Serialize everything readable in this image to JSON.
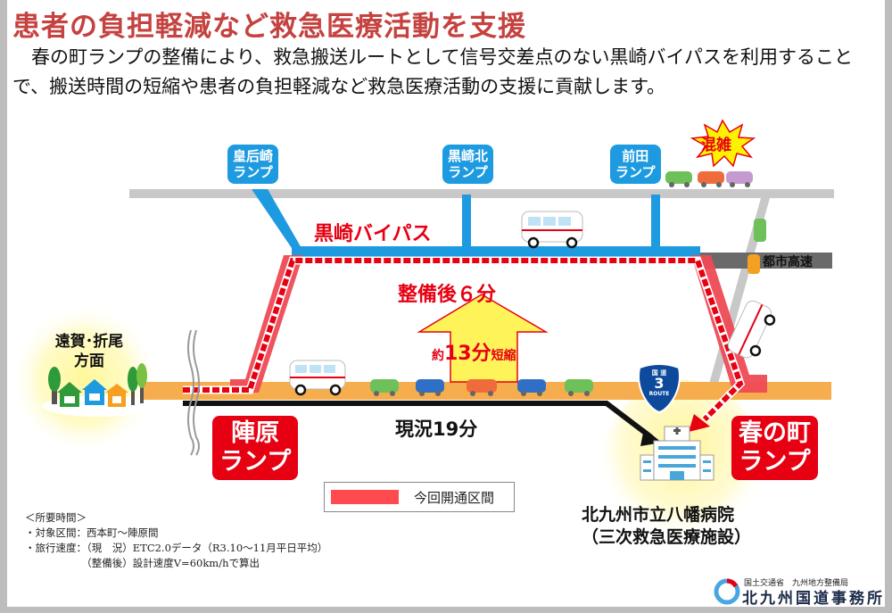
{
  "title": "患者の負担軽減など救急医療活動を支援",
  "lead": "　春の町ランプの整備により、救急搬送ルートとして信号交差点のない黒崎バイパスを利用することで、搬送時間の短縮や患者の負担軽減など救急医療活動の支援に貢献します。",
  "ramps_top": [
    {
      "line1": "皇后崎",
      "line2": "ランプ"
    },
    {
      "line1": "黒崎北",
      "line2": "ランプ"
    },
    {
      "line1": "前田",
      "line2": "ランプ"
    }
  ],
  "ramps_main": [
    {
      "line1": "陣原",
      "line2": "ランプ"
    },
    {
      "line1": "春の町",
      "line2": "ランプ"
    }
  ],
  "labels": {
    "bypass": "黒崎バイパス",
    "congestion": "混雑",
    "urban_expressway": "都市高速",
    "after_time": "整備後６分",
    "reduction_prefix": "約",
    "reduction_value": "13分",
    "reduction_suffix": "短縮",
    "current_time": "現況19分",
    "area_line1": "遠賀･折尾",
    "area_line2": "方面",
    "route_sign_top": "国 道",
    "route_sign_number": "3",
    "route_sign_bottom": "ROUTE"
  },
  "legend": {
    "label": "今回開通区間",
    "color": "#ff4a4f"
  },
  "hospital": {
    "name": "北九州市立八幡病院\n（三次救急医療施設）"
  },
  "notes": "＜所要時間＞\n・対象区間：西本町～陣原間\n・旅行速度：（現　況）ETC2.0データ（R3.10～11月平日平均）\n　　　　　　（整備後）設計速度V=60km/hで算出",
  "footer": {
    "org_small": "国土交通省　九州地方整備局",
    "org_big": "北九州国道事務所"
  },
  "colors": {
    "title": "#c4423f",
    "bypass_blue": "#1e9be0",
    "new_section_red": "#ee4a55",
    "ramp_red": "#e60012",
    "current_road_orange": "#f5ad4d",
    "arrow_yellow": "#fff35a",
    "gray_road": "#c8c8c8",
    "expressway_dark": "#6a6a6a"
  }
}
